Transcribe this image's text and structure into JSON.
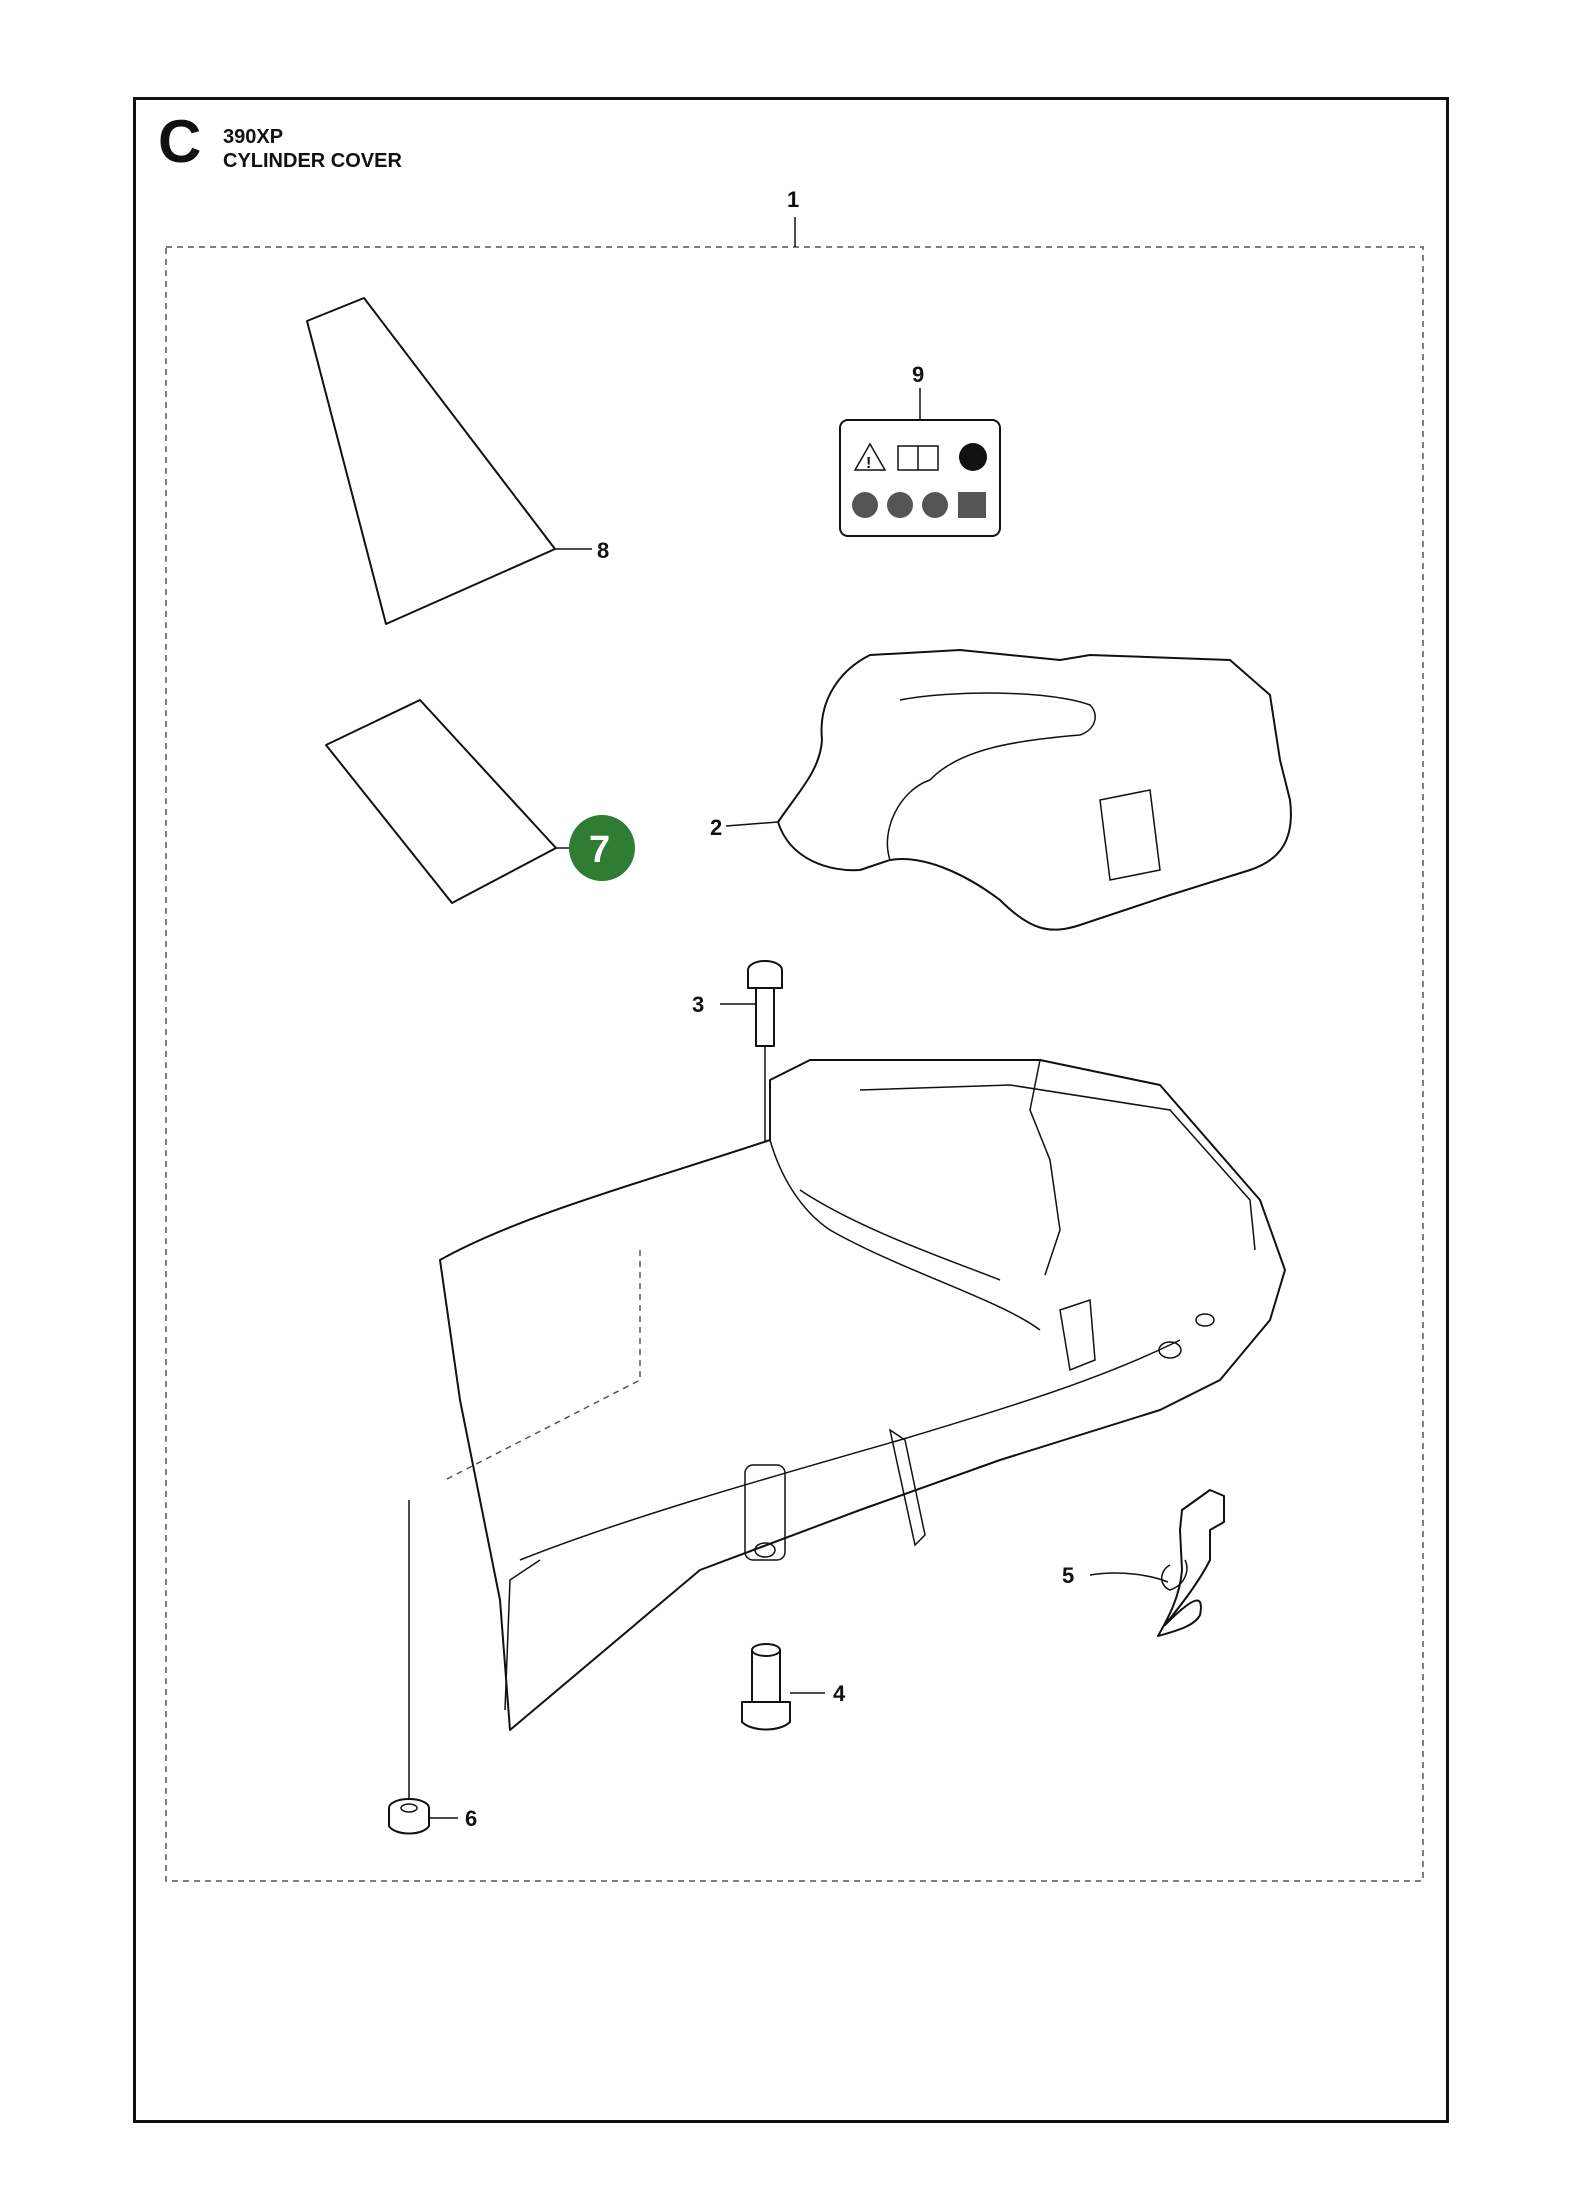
{
  "header": {
    "section_letter": "C",
    "model": "390XP",
    "title": "CYLINDER COVER"
  },
  "callouts": [
    {
      "id": "1",
      "label": "1"
    },
    {
      "id": "2",
      "label": "2"
    },
    {
      "id": "3",
      "label": "3"
    },
    {
      "id": "4",
      "label": "4"
    },
    {
      "id": "5",
      "label": "5"
    },
    {
      "id": "6",
      "label": "6"
    },
    {
      "id": "7",
      "label": "7",
      "highlighted": true
    },
    {
      "id": "8",
      "label": "8"
    },
    {
      "id": "9",
      "label": "9"
    }
  ],
  "colors": {
    "highlight": "#2e7d32",
    "line": "#111111"
  }
}
